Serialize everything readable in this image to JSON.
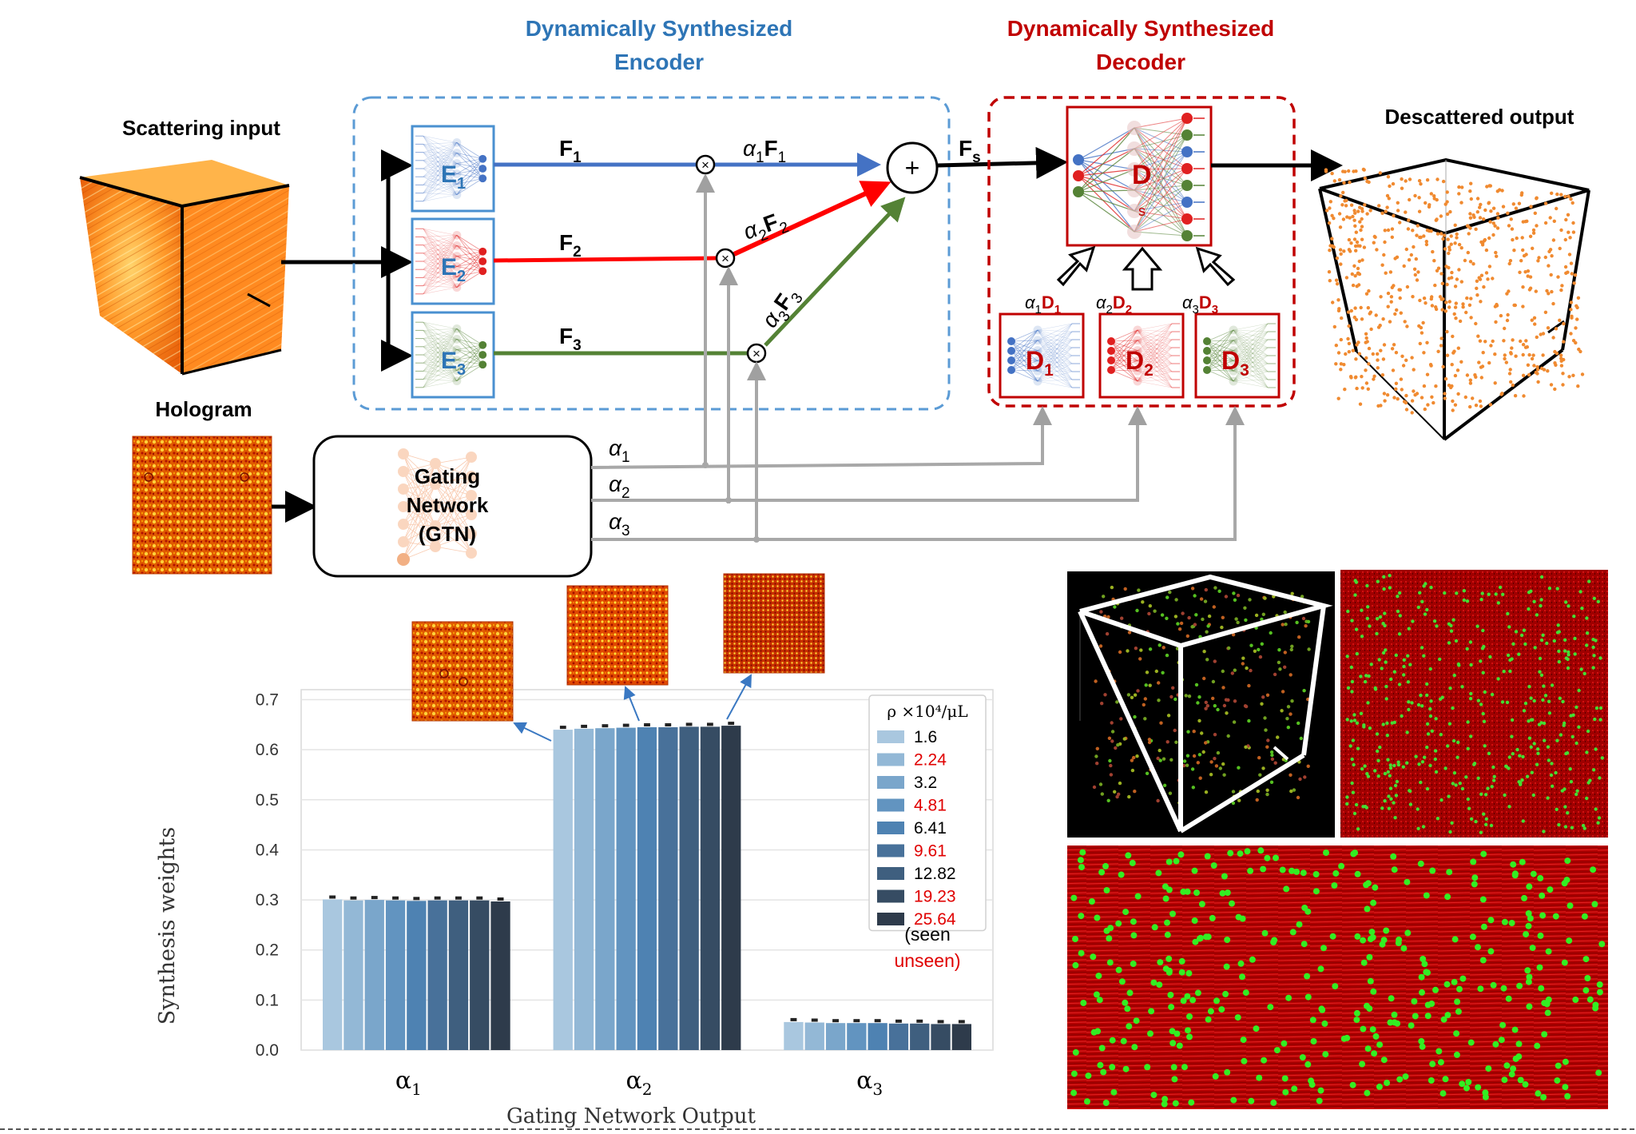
{
  "encoder": {
    "title_line1": "Dynamically Synthesized",
    "title_line2": "Encoder",
    "color": "#2e75b6"
  },
  "decoder": {
    "title_line1": "Dynamically Synthesized",
    "title_line2": "Decoder",
    "color": "#c00000"
  },
  "labels": {
    "scattering_input": "Scattering input",
    "descattered_output": "Descattered output",
    "hologram": "Hologram",
    "gating_line1": "Gating",
    "gating_line2": "Network",
    "gating_line3": "(GTN)",
    "plus": "+",
    "times": "×"
  },
  "encoders": [
    {
      "letter": "E",
      "sub": "1",
      "color": "#4472c4"
    },
    {
      "letter": "E",
      "sub": "2",
      "color": "#e02020"
    },
    {
      "letter": "E",
      "sub": "3",
      "color": "#548235"
    }
  ],
  "features": [
    {
      "letter": "F",
      "sub": "1",
      "weighted_alpha": "α",
      "weighted_sub": "1",
      "weighted_f": "F",
      "weighted_fsub": "1"
    },
    {
      "letter": "F",
      "sub": "2",
      "weighted_alpha": "α",
      "weighted_sub": "2",
      "weighted_f": "F",
      "weighted_fsub": "2"
    },
    {
      "letter": "F",
      "sub": "3",
      "weighted_alpha": "α",
      "weighted_sub": "3",
      "weighted_f": "F",
      "weighted_fsub": "3"
    }
  ],
  "fs": {
    "letter": "F",
    "sub": "s"
  },
  "decoder_main": {
    "letter": "D",
    "sub": "s"
  },
  "decoders": [
    {
      "letter": "D",
      "sub": "1",
      "alpha": "α",
      "alpha_sub": "1"
    },
    {
      "letter": "D",
      "sub": "2",
      "alpha": "α",
      "alpha_sub": "2"
    },
    {
      "letter": "D",
      "sub": "3",
      "alpha": "α",
      "alpha_sub": "3"
    }
  ],
  "alphas": [
    {
      "symbol": "α",
      "sub": "1"
    },
    {
      "symbol": "α",
      "sub": "2"
    },
    {
      "symbol": "α",
      "sub": "3"
    }
  ],
  "chart_data": {
    "type": "bar",
    "ylabel": "Synthesis weights",
    "xlabel": "Gating Network Output",
    "ylim": [
      0,
      0.72
    ],
    "yticks": [
      "0.0",
      "0.1",
      "0.2",
      "0.3",
      "0.4",
      "0.5",
      "0.6",
      "0.7"
    ],
    "grid": true,
    "categories": [
      "α",
      "α",
      "α"
    ],
    "category_subs": [
      "1",
      "2",
      "3"
    ],
    "legend_title": "ρ ×10⁴/μL",
    "legend_placement": "top-right",
    "series": [
      {
        "name": "1.6",
        "color": "#a9c7df",
        "label_color": "#000000",
        "values": [
          0.301,
          0.64,
          0.056
        ]
      },
      {
        "name": "2.24",
        "color": "#93b8d6",
        "label_color": "#e00000",
        "values": [
          0.299,
          0.642,
          0.055
        ]
      },
      {
        "name": "3.2",
        "color": "#7aa6cb",
        "label_color": "#000000",
        "values": [
          0.3,
          0.643,
          0.054
        ]
      },
      {
        "name": "4.81",
        "color": "#6294c0",
        "label_color": "#e00000",
        "values": [
          0.299,
          0.644,
          0.054
        ]
      },
      {
        "name": "6.41",
        "color": "#4e82b2",
        "label_color": "#000000",
        "values": [
          0.298,
          0.645,
          0.054
        ]
      },
      {
        "name": "9.61",
        "color": "#48719a",
        "label_color": "#e00000",
        "values": [
          0.299,
          0.645,
          0.053
        ]
      },
      {
        "name": "12.82",
        "color": "#3f5f7f",
        "label_color": "#000000",
        "values": [
          0.299,
          0.646,
          0.053
        ]
      },
      {
        "name": "19.23",
        "color": "#364c63",
        "label_color": "#e00000",
        "values": [
          0.299,
          0.646,
          0.052
        ]
      },
      {
        "name": "25.64",
        "color": "#2e3b4b",
        "label_color": "#e00000",
        "values": [
          0.297,
          0.648,
          0.052
        ]
      }
    ],
    "note_seen": "(seen",
    "note_unseen": "unseen)"
  }
}
